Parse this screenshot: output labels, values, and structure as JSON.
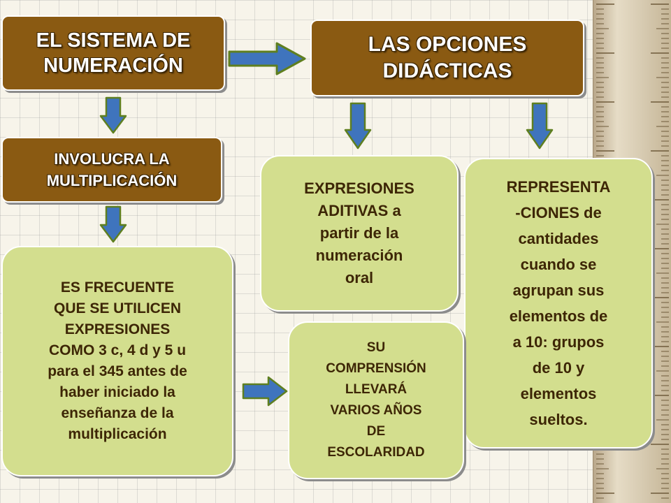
{
  "boxes": {
    "sistema": "EL SISTEMA DE\nNUMERACIÓN",
    "opciones": "LAS OPCIONES\nDIDÁCTICAS",
    "involucra": "INVOLUCRA  LA\nMULTIPLICACIÓN",
    "frecuente": "ES FRECUENTE\nQUE SE UTILICEN\nEXPRESIONES\nCOMO 3 c, 4 d y 5 u\npara el 345 antes de\nhaber iniciado la\nenseñanza de la\nmultiplicación",
    "aditivas": "EXPRESIONES\nADITIVAS  a\npartir de la\nnumeración\noral",
    "representaciones": "REPRESENTA\n-CIONES  de\ncantidades\ncuando se\nagrupan sus\nelementos de\na 10: grupos\nde 10 y\nelementos\nsueltos.",
    "comprension": "SU\nCOMPRENSIÓN\nLLEVARÁ\nVARIOS AÑOS\nDE\nESCOLARIDAD"
  },
  "colors": {
    "header_fill": "#8a5a12",
    "node_fill": "#d3de8e",
    "node_text": "#3d2606",
    "arrow_fill": "#3f74bd",
    "arrow_head": "#5f7f20"
  }
}
